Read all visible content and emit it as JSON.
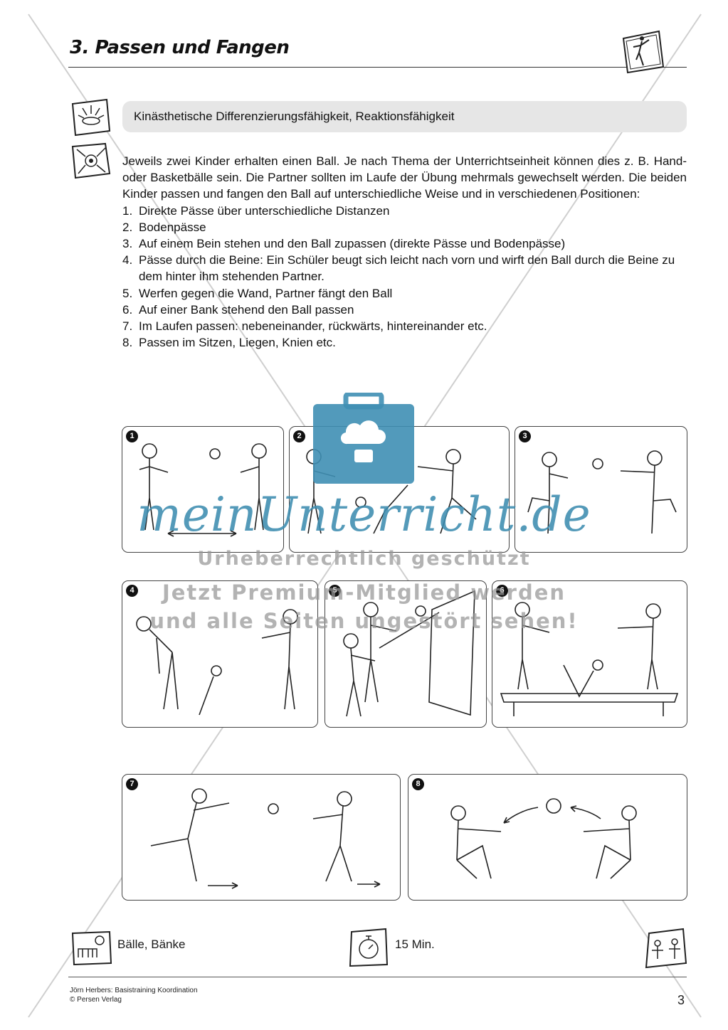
{
  "title": "3. Passen und Fangen",
  "topic": "Kinästhetische Differenzierungsfähigkeit, Reaktionsfähigkeit",
  "intro": "Jeweils zwei Kinder erhalten einen Ball. Je nach Thema der Unterrichtseinheit können dies z. B. Hand- oder Basketbälle sein. Die Partner sollten im Laufe der Übung mehrmals gewechselt werden. Die beiden Kinder passen und fangen den Ball auf unterschiedliche Weise und in verschiedenen Positionen:",
  "exercises": [
    {
      "num": "1.",
      "text": "Direkte Pässe über unterschiedliche Distanzen"
    },
    {
      "num": "2.",
      "text": "Bodenpässe"
    },
    {
      "num": "3.",
      "text": "Auf einem Bein stehen und den Ball zupassen (direkte Pässe und Bodenpässe)"
    },
    {
      "num": "4.",
      "text": "Pässe durch die Beine: Ein Schüler beugt sich leicht nach vorn und wirft den Ball durch die Beine zu dem hinter ihm stehenden Partner."
    },
    {
      "num": "5.",
      "text": "Werfen gegen die Wand, Partner fängt den Ball"
    },
    {
      "num": "6.",
      "text": "Auf einer Bank stehend den Ball passen"
    },
    {
      "num": "7.",
      "text": "Im Laufen passen: nebeneinander, rückwärts, hintereinander etc."
    },
    {
      "num": "8.",
      "text": "Passen im Sitzen, Liegen, Knien etc."
    }
  ],
  "panels": [
    {
      "num": "1"
    },
    {
      "num": "2"
    },
    {
      "num": "3"
    },
    {
      "num": "4"
    },
    {
      "num": "5"
    },
    {
      "num": "6"
    },
    {
      "num": "7"
    },
    {
      "num": "8"
    }
  ],
  "materials": "Bälle, Bänke",
  "duration": "15 Min.",
  "footer": {
    "source": "Jörn Herbers: Basistraining Koordination",
    "publisher": "© Persen Verlag",
    "page": "3"
  },
  "watermark": {
    "brand": "meinUnterricht.de",
    "copyright": "Urheberrechtlich geschützt",
    "line1": "Jetzt Premium-Mitglied werden",
    "line2": "und alle Seiten ungestört sehen!"
  },
  "icons": [
    "dancer-icon",
    "focus-icon",
    "brain-icon",
    "equipment-icon",
    "stopwatch-icon",
    "group-icon",
    "briefcase-cloud-icon"
  ],
  "colors": {
    "watermark_blue": "#3f8fb4",
    "topic_box": "#e6e6e6"
  }
}
